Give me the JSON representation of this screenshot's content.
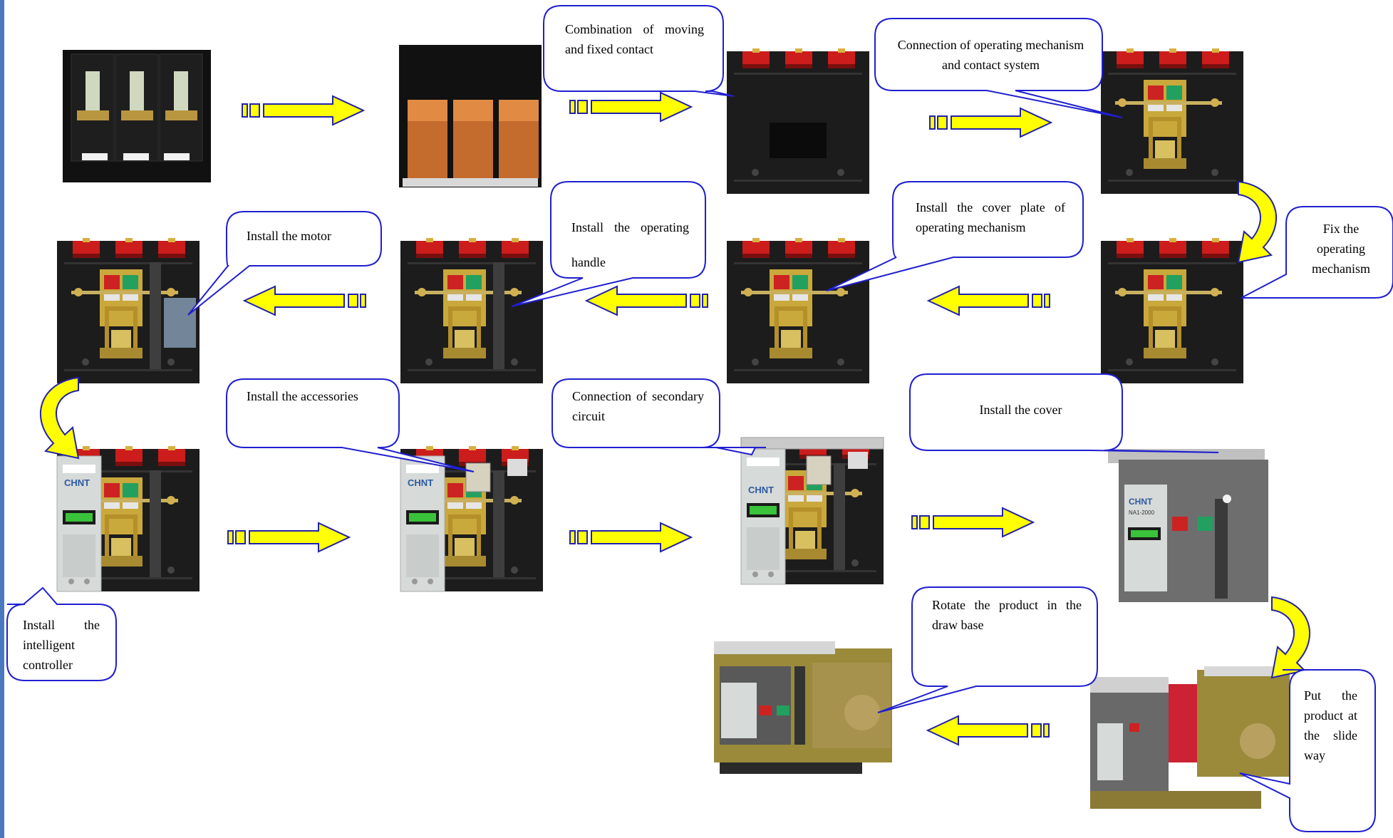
{
  "labels": {
    "combination": "Combination of moving and fixed contact",
    "connection_op": "Connection of operating mechanism and contact system",
    "fix_mech": "Fix the operating mechanism",
    "cover_plate": "Install the cover plate of operating mechanism",
    "op_handle": "Install the operating handle",
    "motor": "Install the motor",
    "intelligent": "Install the intelligent controller",
    "accessories": "Install the accessories",
    "secondary": "Connection of secondary circuit",
    "cover": "Install the cover",
    "slide": "Put the product at the slide way",
    "rotate": "Rotate the product in the draw base"
  },
  "panel_brand": "CHNT",
  "panel_model": "NA1-2000",
  "colors": {
    "arrow_fill": "#ffff00",
    "arrow_stroke": "#2222aa",
    "callout_stroke": "#1f1fd0",
    "left_bar": "#4a78c0"
  }
}
